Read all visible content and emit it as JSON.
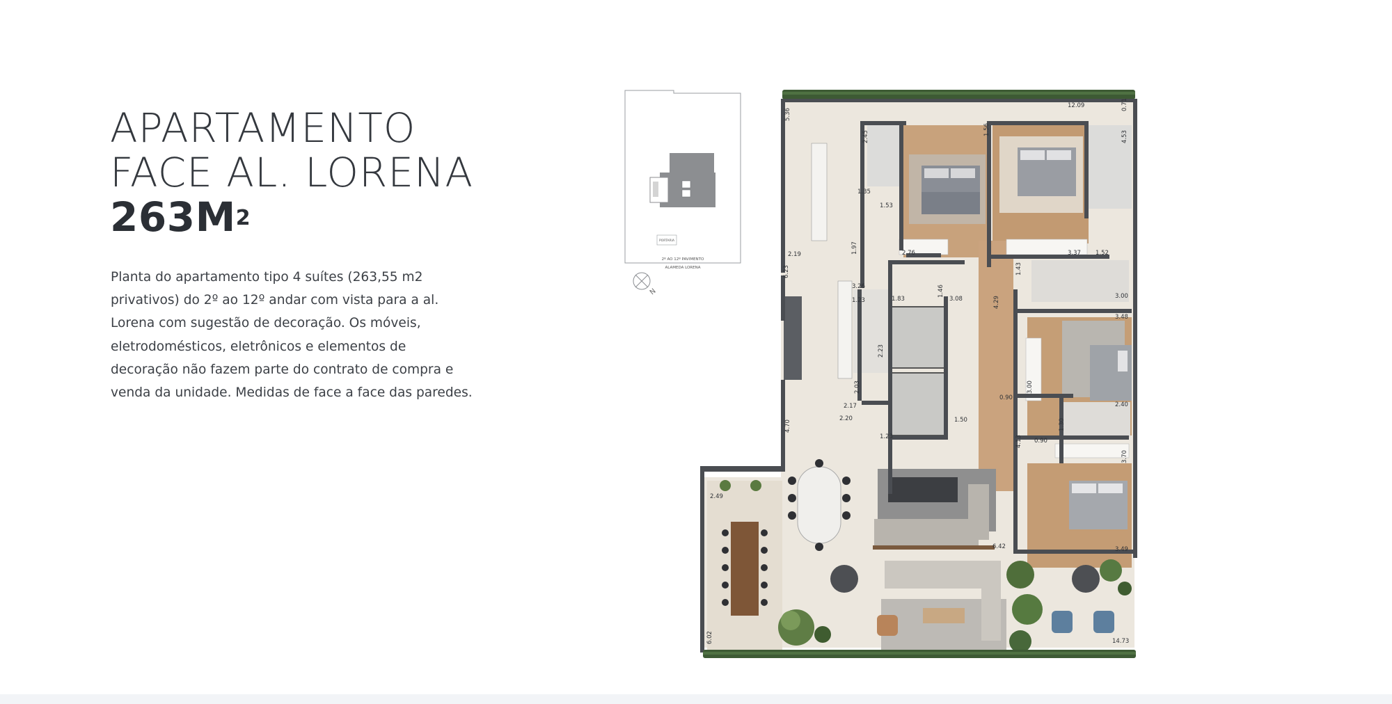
{
  "title": {
    "line1": "APARTAMENTO",
    "line2": "FACE AL. LORENA",
    "area": "263M",
    "area_sup": "2"
  },
  "description": {
    "lines": [
      "Planta do apartamento tipo 4 suítes (263,55 m2",
      "privativos) do 2º ao 12º andar com vista para a al.",
      "Lorena com sugestão de decoração. Os móveis,",
      "eletrodomésticos, eletrônicos e elementos de",
      "decoração não fazem parte do contrato de compra e",
      "venda da unidade. Medidas de face a face das paredes."
    ]
  },
  "key_plan": {
    "portaria_label": "PORTARIA",
    "floor_label": "2º AO 12º PAVIMENTO",
    "street_label": "ALAMEDA LORENA",
    "north_label": "N"
  },
  "floorplan": {
    "dimensions": [
      "12.09",
      "0.71",
      "5.36",
      "2.45",
      "1.56",
      "4.53",
      "1.35",
      "1.53",
      "2.76",
      "1.97",
      "3.37",
      "1.52",
      "2.19",
      "6.23",
      "3.26",
      "1.23",
      "1.83",
      "1.46",
      "3.08",
      "4.29",
      "1.43",
      "3.00",
      "3.48",
      "2.23",
      "2.03",
      "3.00",
      "0.90",
      "2.17",
      "2.20",
      "1.23",
      "1.50",
      "4.70",
      "4.13",
      "0.90",
      "2.40",
      "1.30",
      "3.70",
      "2.49",
      "6.42",
      "3.49",
      "6.02",
      "14.73"
    ]
  },
  "colors": {
    "wall": "#4a4d52",
    "floor_light": "#e9e3d8",
    "wood": "#c49c74",
    "hedge": "#3d5a34",
    "text": "#34383e"
  }
}
